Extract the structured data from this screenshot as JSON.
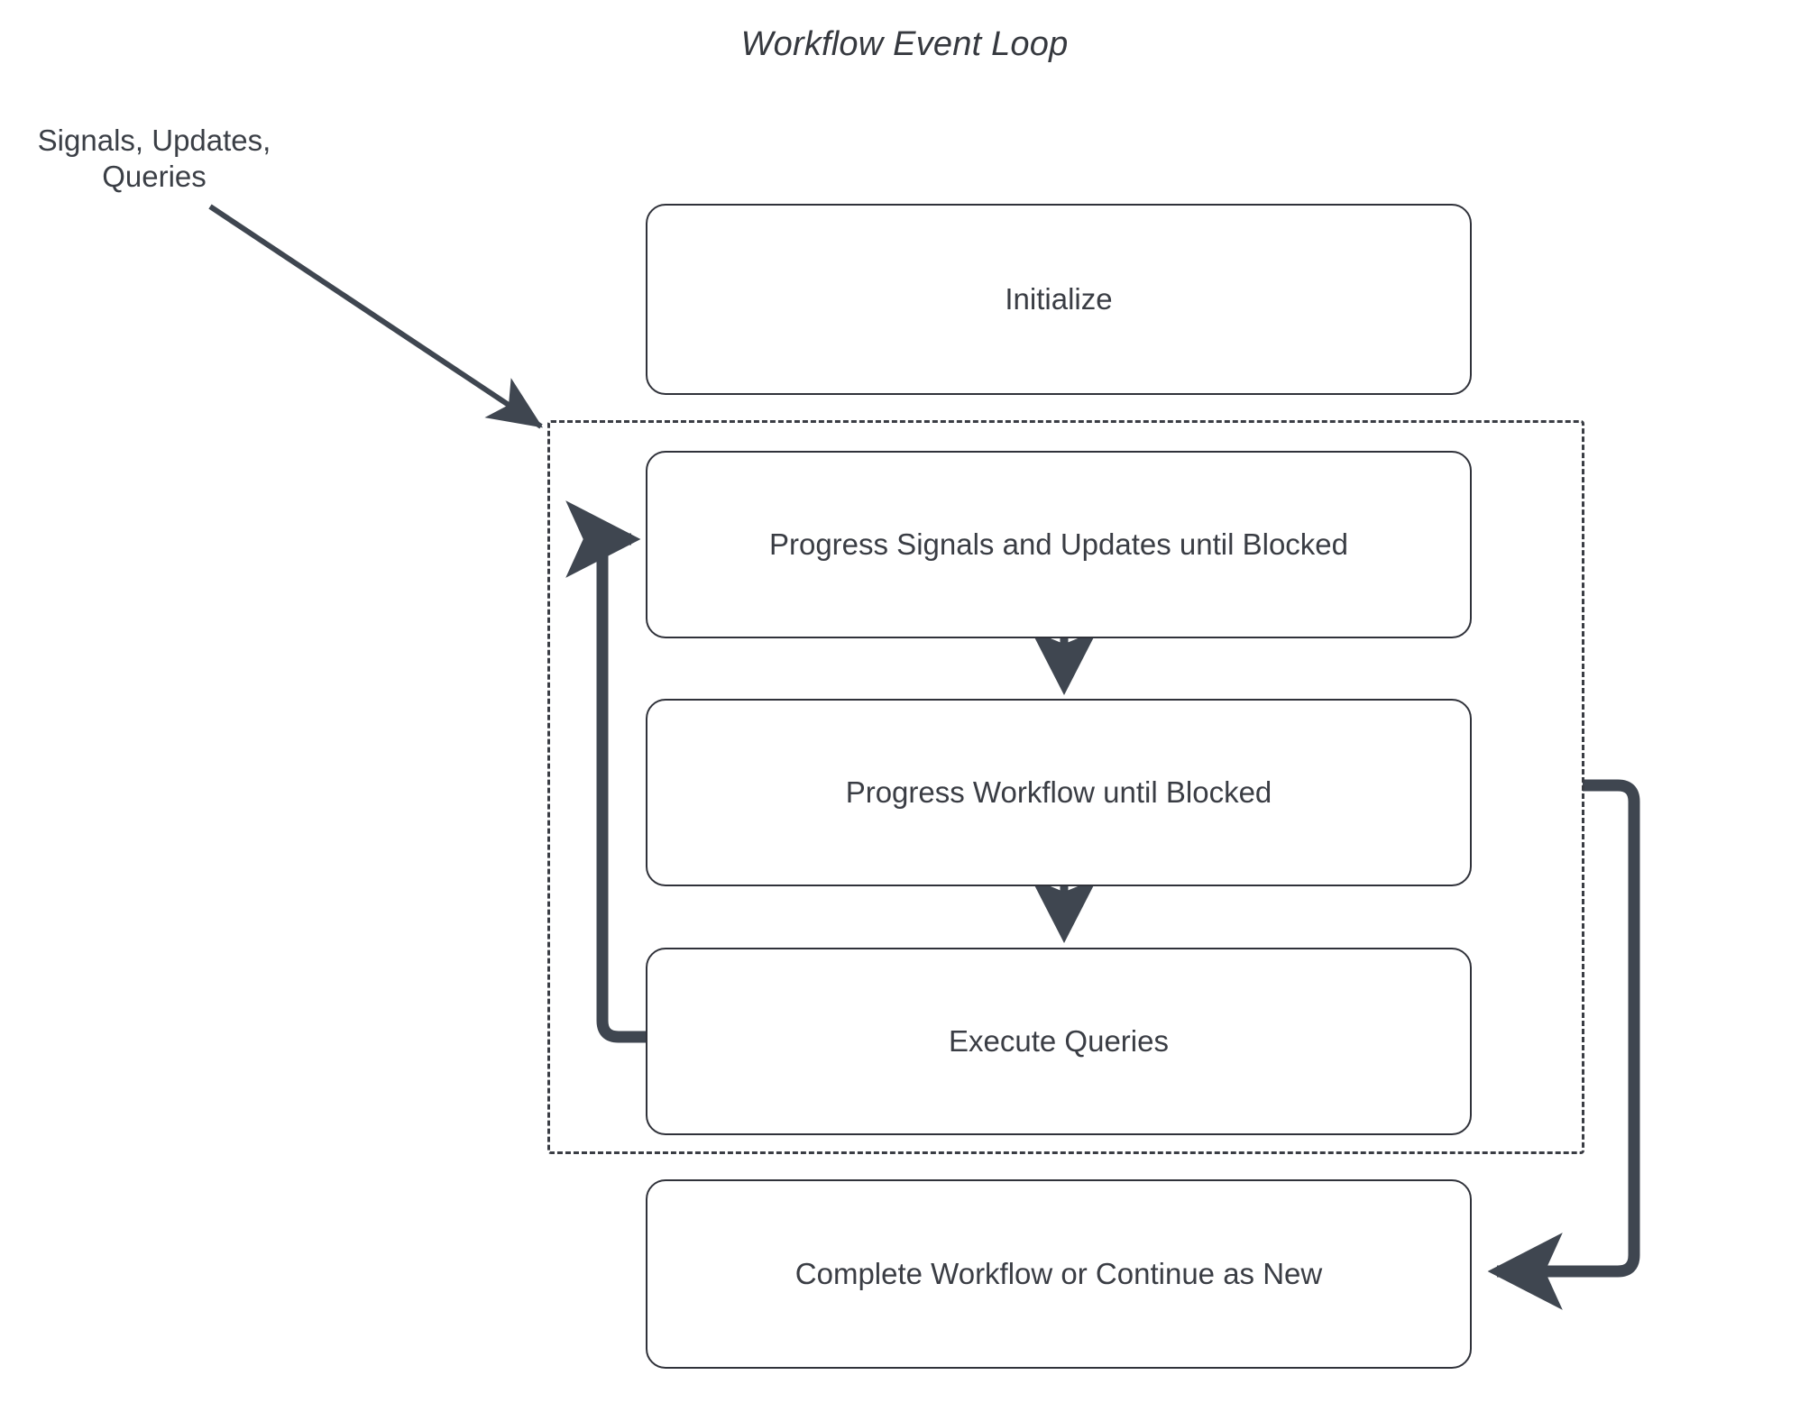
{
  "diagram": {
    "title": "Workflow Event Loop",
    "type": "flowchart",
    "external_input_label": "Signals, Updates,\nQueries",
    "colors": {
      "node_border": "#30323a",
      "node_fill": "#ffffff",
      "text": "#3a3d44",
      "arrow": "#3f4650",
      "group_border": "#3a3d44",
      "background": "#ffffff"
    },
    "group": {
      "name": "event-loop-group",
      "style": "dashed",
      "label": ""
    },
    "nodes": [
      {
        "id": "initialize",
        "label": "Initialize"
      },
      {
        "id": "progress-signals",
        "label": "Progress Signals and Updates until Blocked"
      },
      {
        "id": "progress-workflow",
        "label": "Progress Workflow until Blocked"
      },
      {
        "id": "execute-queries",
        "label": "Execute Queries"
      },
      {
        "id": "complete-workflow",
        "label": "Complete Workflow or Continue as New"
      }
    ],
    "edges": [
      {
        "from": "external-signals",
        "to": "event-loop-group",
        "label": "",
        "style": "thin-diagonal"
      },
      {
        "from": "progress-signals",
        "to": "progress-workflow",
        "label": "",
        "style": "vertical-arrow"
      },
      {
        "from": "progress-workflow",
        "to": "execute-queries",
        "label": "",
        "style": "vertical-arrow"
      },
      {
        "from": "execute-queries",
        "to": "progress-signals",
        "label": "",
        "style": "loop-back-left"
      },
      {
        "from": "event-loop-group",
        "to": "complete-workflow",
        "label": "",
        "style": "loop-right-down"
      }
    ]
  }
}
